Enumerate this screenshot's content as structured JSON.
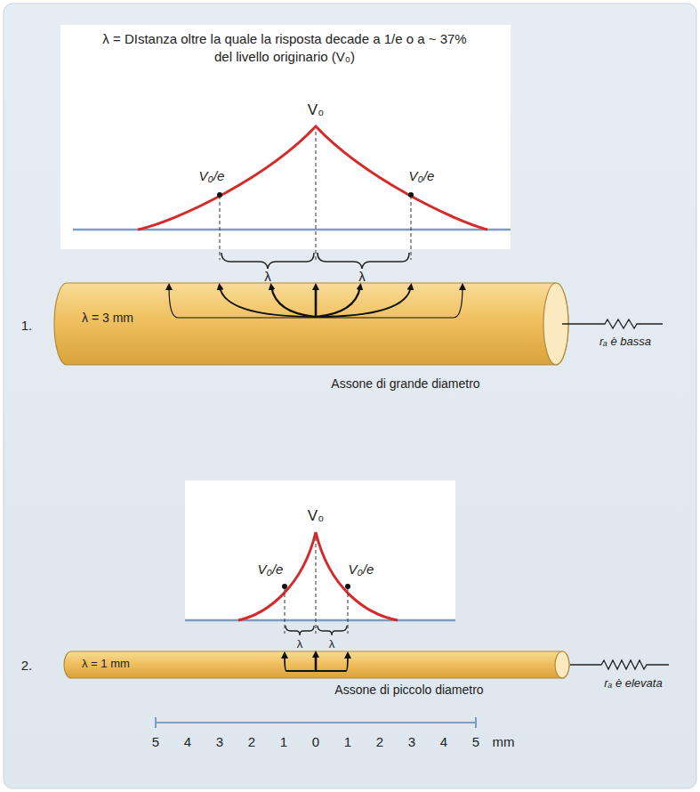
{
  "diagram": {
    "nodes": [
      {
        "text": [
          "λ = DIstanza oltre la quale la risposta decade a 1/e o a ~ 37% del livello originario (V₀)"
        ]
      },
      {
        "text": [
          "λ = 3 mm"
        ]
      },
      {
        "text": [
          "λ = 1 mm"
        ]
      }
    ],
    "labels": [
      "V₀",
      "V₀/e",
      "V₀/e",
      "λ",
      "λ",
      "1.",
      "rₐ è bassa",
      "Assone di grande diametro",
      "V₀",
      "V₀/e",
      "V₀/e",
      "λ",
      "λ",
      "2.",
      "rₐ è elevata",
      "Assone di piccolo diametro",
      "5",
      "4",
      "3",
      "2",
      "1",
      "0",
      "1",
      "2",
      "3",
      "4",
      "5",
      "mm"
    ]
  }
}
